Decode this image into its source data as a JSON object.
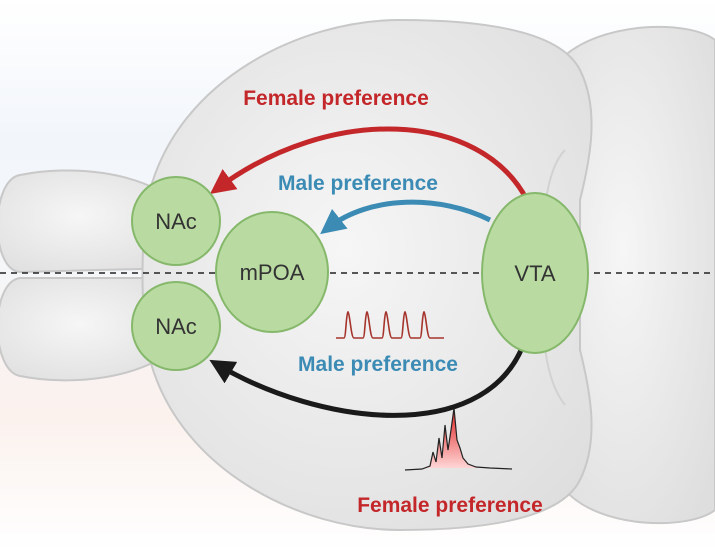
{
  "nodes": {
    "nac_top": "NAc",
    "nac_bottom": "NAc",
    "mpoa": "mPOA",
    "vta": "VTA"
  },
  "labels": {
    "top_female": "Female preference",
    "middle_male": "Male preference",
    "lower_male": "Male preference",
    "bottom_female": "Female preference"
  },
  "colors": {
    "female": "#c4272a",
    "male": "#3b8bb5",
    "black_arrow": "#1a1a1a",
    "node_fill": "#b9dba2",
    "node_stroke": "#86b86b",
    "brain_fill": "#ececec"
  },
  "icons": {
    "traces": [
      "periodic-spike-trace",
      "burst-spike-trace"
    ]
  }
}
